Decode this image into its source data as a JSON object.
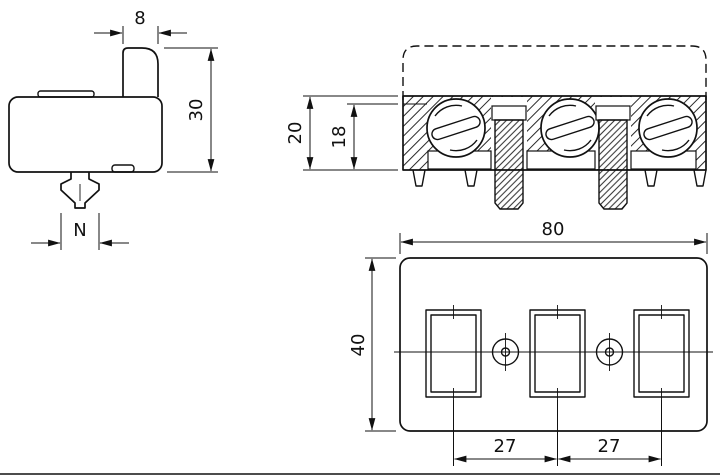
{
  "drawing": {
    "background": "#ffffff",
    "line_color": "#111111"
  },
  "views": {
    "side_view": {
      "dim_tab_width": "8",
      "dim_overall_height": "30",
      "dim_clip_width": "N"
    },
    "front_view": {
      "dim_overall_height": "20",
      "dim_inner_height": "18"
    },
    "plan_view": {
      "dim_overall_width": "80",
      "dim_overall_depth": "40",
      "dim_pitch_left": "27",
      "dim_pitch_right": "27"
    }
  }
}
